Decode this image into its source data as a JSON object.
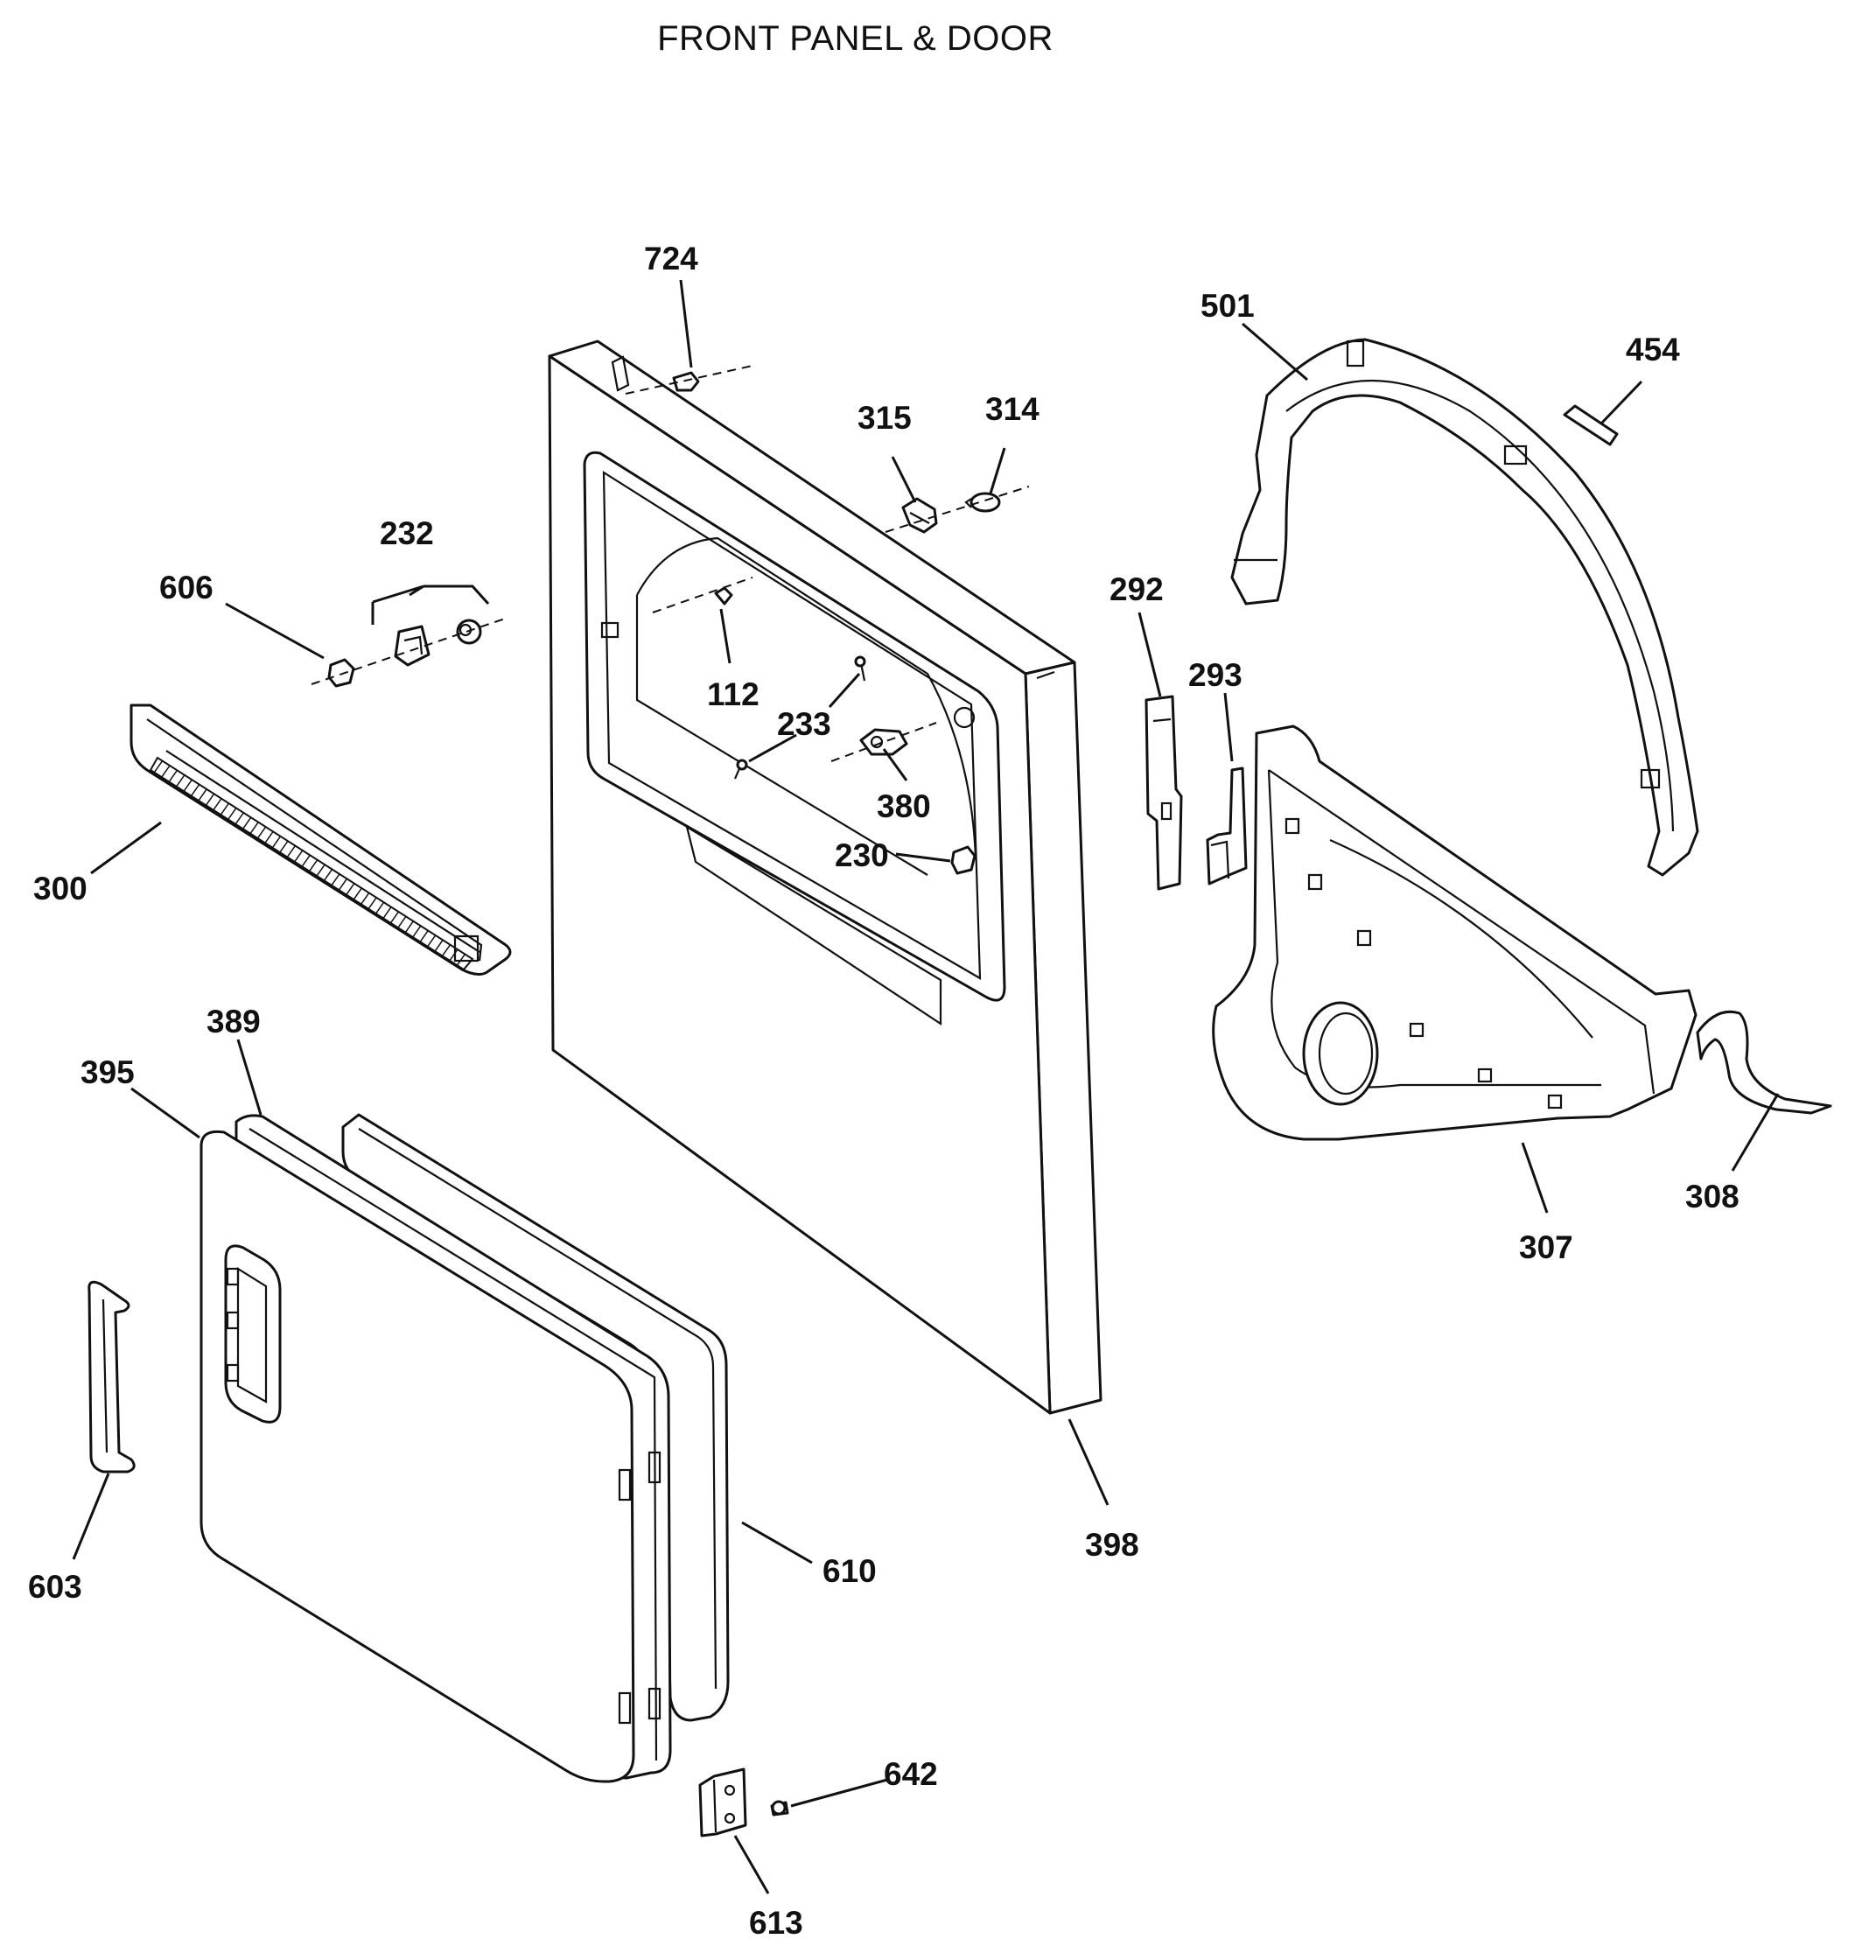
{
  "title": "FRONT PANEL & DOOR",
  "labels": {
    "p724": "724",
    "p501": "501",
    "p454": "454",
    "p315": "315",
    "p314": "314",
    "p232": "232",
    "p606": "606",
    "p292": "292",
    "p293": "293",
    "p112": "112",
    "p233": "233",
    "p380": "380",
    "p230": "230",
    "p300": "300",
    "p389": "389",
    "p395": "395",
    "p307": "307",
    "p308": "308",
    "p398": "398",
    "p603": "603",
    "p610": "610",
    "p642": "642",
    "p613": "613"
  }
}
